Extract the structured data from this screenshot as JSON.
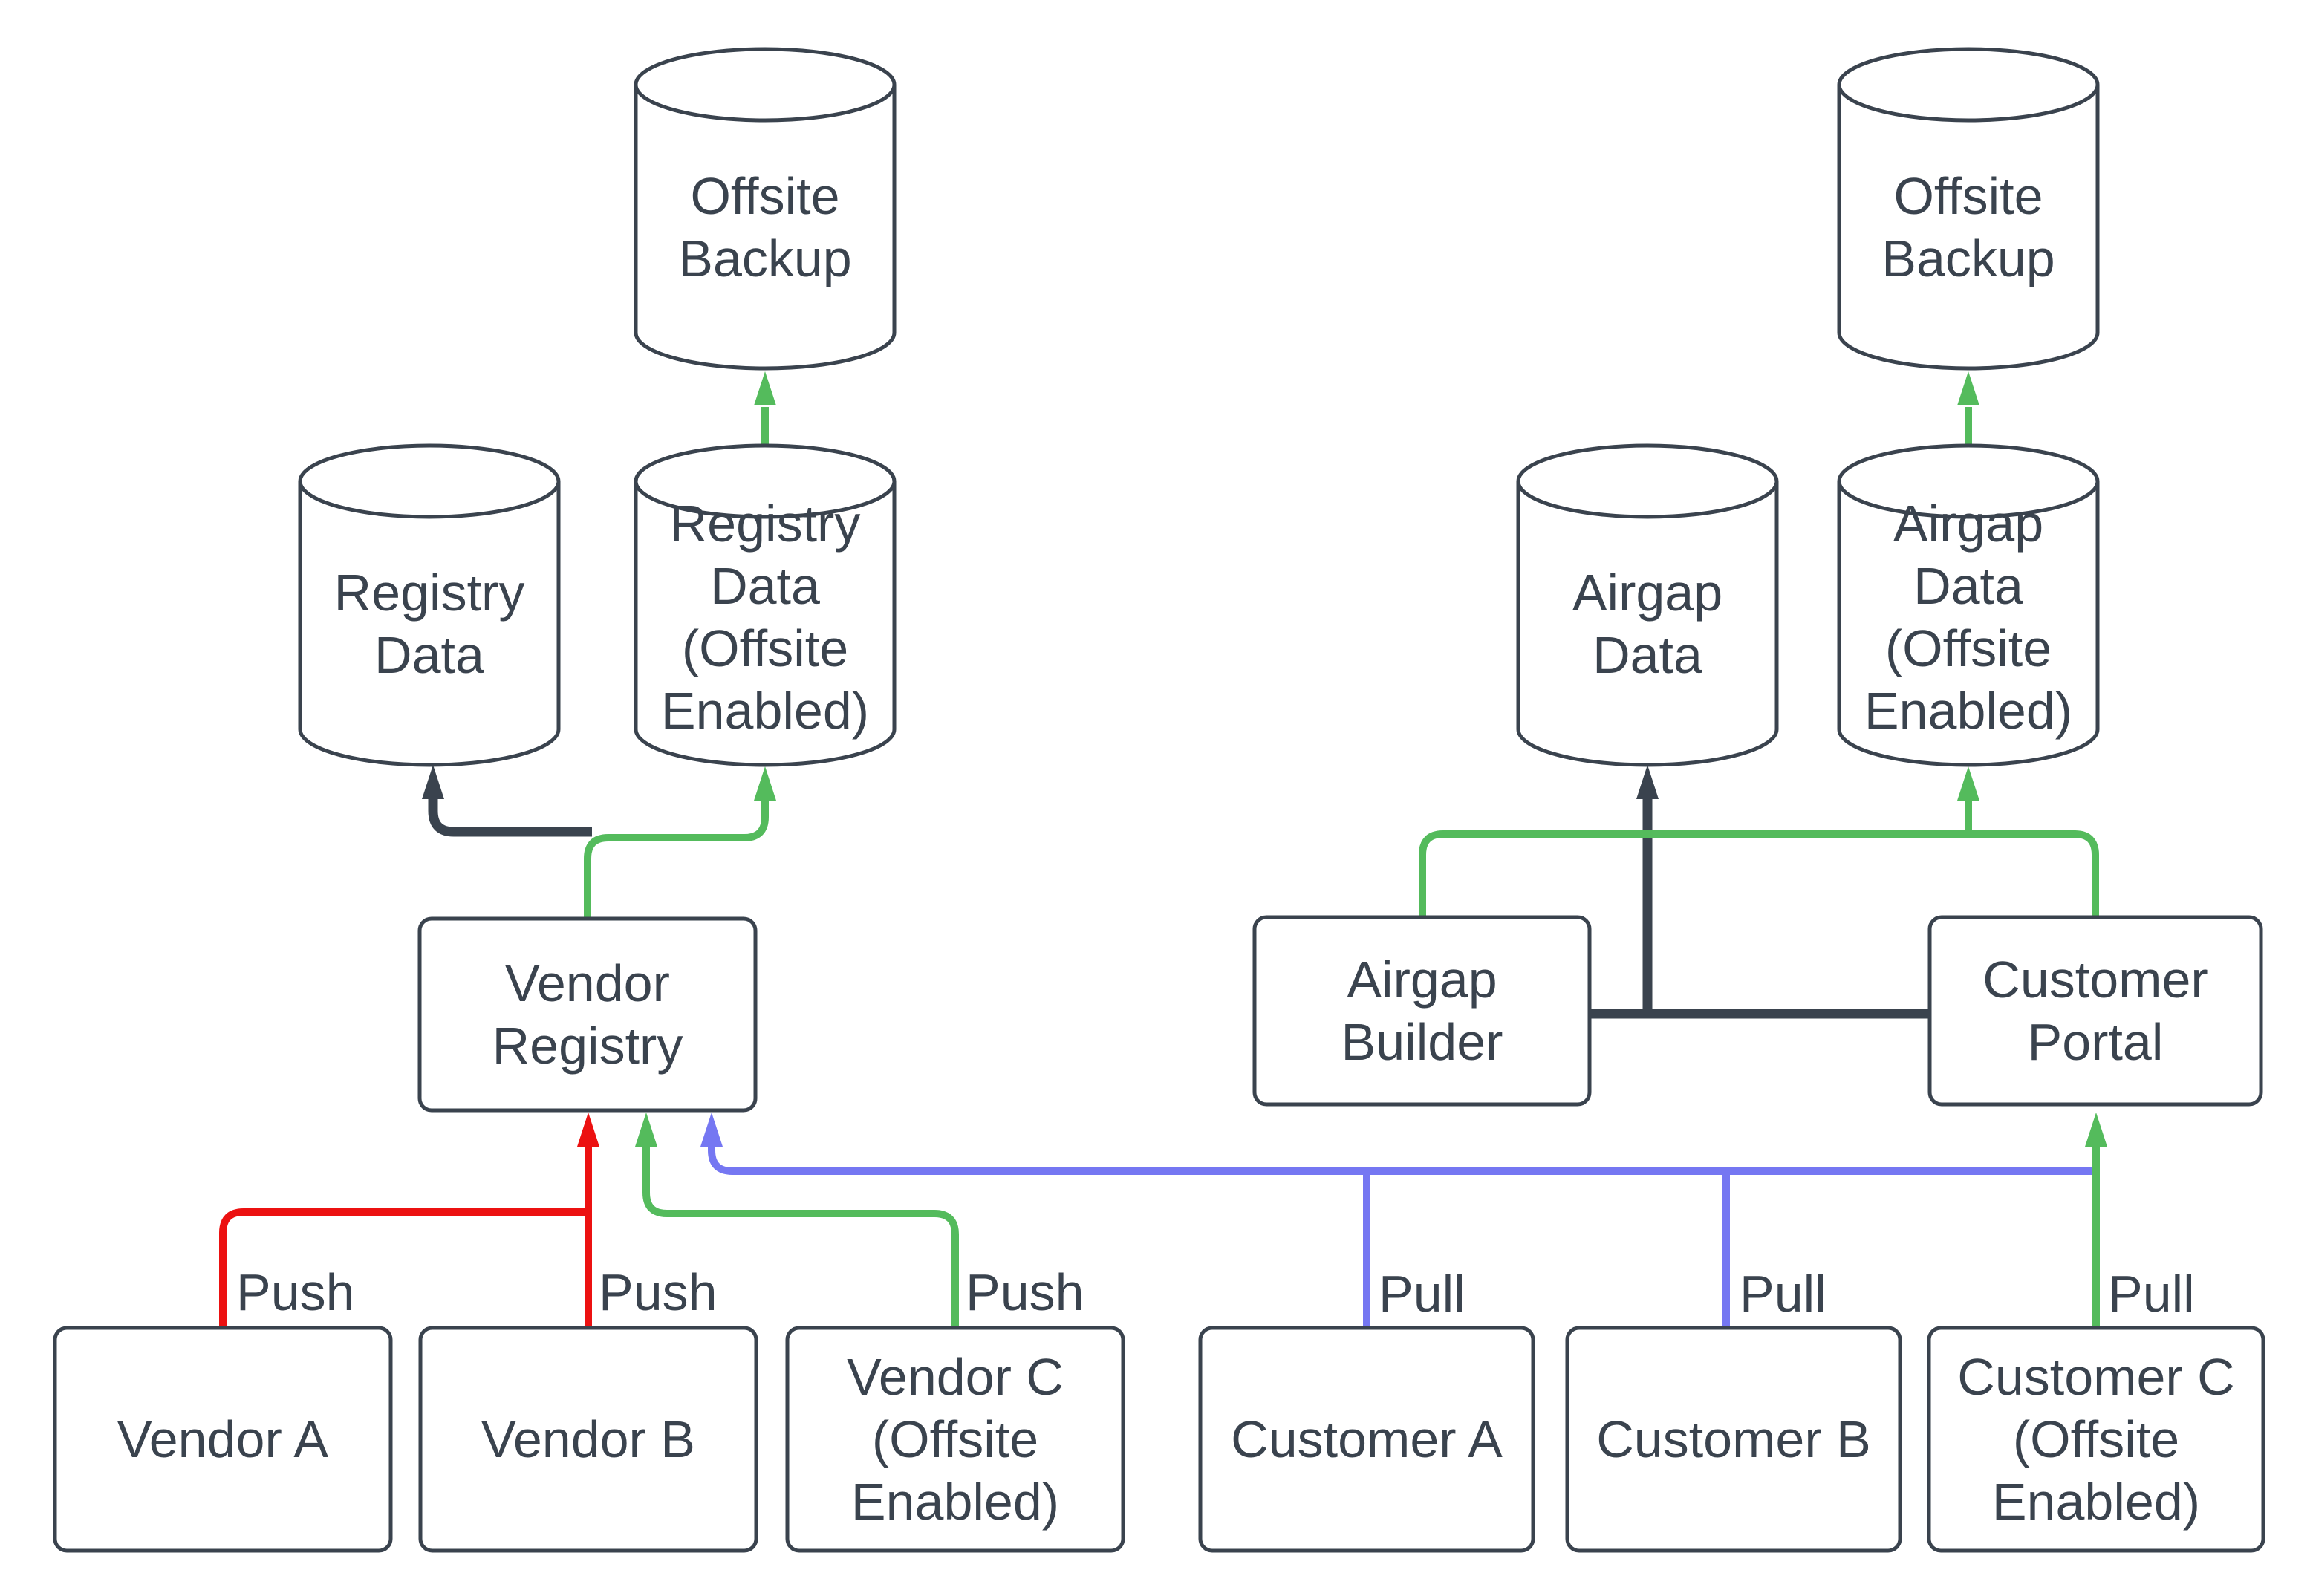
{
  "diagram": {
    "type": "flowchart",
    "background": "#ffffff",
    "colors": {
      "dark": "#3a434e",
      "red": "#ec1111",
      "green": "#54bb5c",
      "blue": "#7577f2",
      "bg": "#ffffff"
    },
    "nodes": {
      "offsite_backup_left": {
        "label": "Offsite\nBackup",
        "shape": "cylinder"
      },
      "registry_data": {
        "label": "Registry\nData",
        "shape": "cylinder"
      },
      "registry_data_offsite": {
        "label": "Registry\nData\n(Offsite\nEnabled)",
        "shape": "cylinder"
      },
      "vendor_registry": {
        "label": "Vendor\nRegistry",
        "shape": "rounded-rect"
      },
      "vendor_a": {
        "label": "Vendor A",
        "shape": "rounded-rect"
      },
      "vendor_b": {
        "label": "Vendor B",
        "shape": "rounded-rect"
      },
      "vendor_c": {
        "label": "Vendor C\n(Offsite\nEnabled)",
        "shape": "rounded-rect"
      },
      "offsite_backup_right": {
        "label": "Offsite\nBackup",
        "shape": "cylinder"
      },
      "airgap_data": {
        "label": "Airgap\nData",
        "shape": "cylinder"
      },
      "airgap_data_offsite": {
        "label": "Airgap\nData\n(Offsite\nEnabled)",
        "shape": "cylinder"
      },
      "airgap_builder": {
        "label": "Airgap\nBuilder",
        "shape": "rounded-rect"
      },
      "customer_portal": {
        "label": "Customer\nPortal",
        "shape": "rounded-rect"
      },
      "customer_a": {
        "label": "Customer A",
        "shape": "rounded-rect"
      },
      "customer_b": {
        "label": "Customer B",
        "shape": "rounded-rect"
      },
      "customer_c": {
        "label": "Customer C\n(Offsite\nEnabled)",
        "shape": "rounded-rect"
      }
    },
    "edge_labels": {
      "push_a": "Push",
      "push_b": "Push",
      "push_c": "Push",
      "pull_a": "Pull",
      "pull_b": "Pull",
      "pull_c": "Pull"
    },
    "edges": [
      {
        "from": "Vendor A",
        "to": "Vendor Registry",
        "label": "Push",
        "color": "red"
      },
      {
        "from": "Vendor B",
        "to": "Vendor Registry",
        "label": "Push",
        "color": "red"
      },
      {
        "from": "Vendor C (Offsite Enabled)",
        "to": "Vendor Registry",
        "label": "Push",
        "color": "green"
      },
      {
        "from": "Vendor Registry",
        "to": "Registry Data",
        "label": "",
        "color": "dark"
      },
      {
        "from": "Vendor Registry",
        "to": "Registry Data (Offsite Enabled)",
        "label": "",
        "color": "green"
      },
      {
        "from": "Registry Data (Offsite Enabled)",
        "to": "Offsite Backup",
        "label": "",
        "color": "green"
      },
      {
        "from": "Customer A",
        "to": "Vendor Registry",
        "label": "Pull",
        "color": "blue"
      },
      {
        "from": "Customer B",
        "to": "Vendor Registry",
        "label": "Pull",
        "color": "blue"
      },
      {
        "from": "Customer C (Offsite Enabled)",
        "to": "Customer Portal",
        "label": "Pull",
        "color": "green"
      },
      {
        "from": "Airgap Builder",
        "to": "Airgap Data",
        "label": "",
        "color": "dark"
      },
      {
        "from": "Customer Portal",
        "to": "Airgap Data",
        "label": "",
        "color": "dark"
      },
      {
        "from": "Airgap Builder",
        "to": "Airgap Data (Offsite Enabled)",
        "label": "",
        "color": "green"
      },
      {
        "from": "Customer Portal",
        "to": "Airgap Data (Offsite Enabled)",
        "label": "",
        "color": "green"
      },
      {
        "from": "Airgap Data (Offsite Enabled)",
        "to": "Offsite Backup",
        "label": "",
        "color": "green"
      }
    ]
  }
}
